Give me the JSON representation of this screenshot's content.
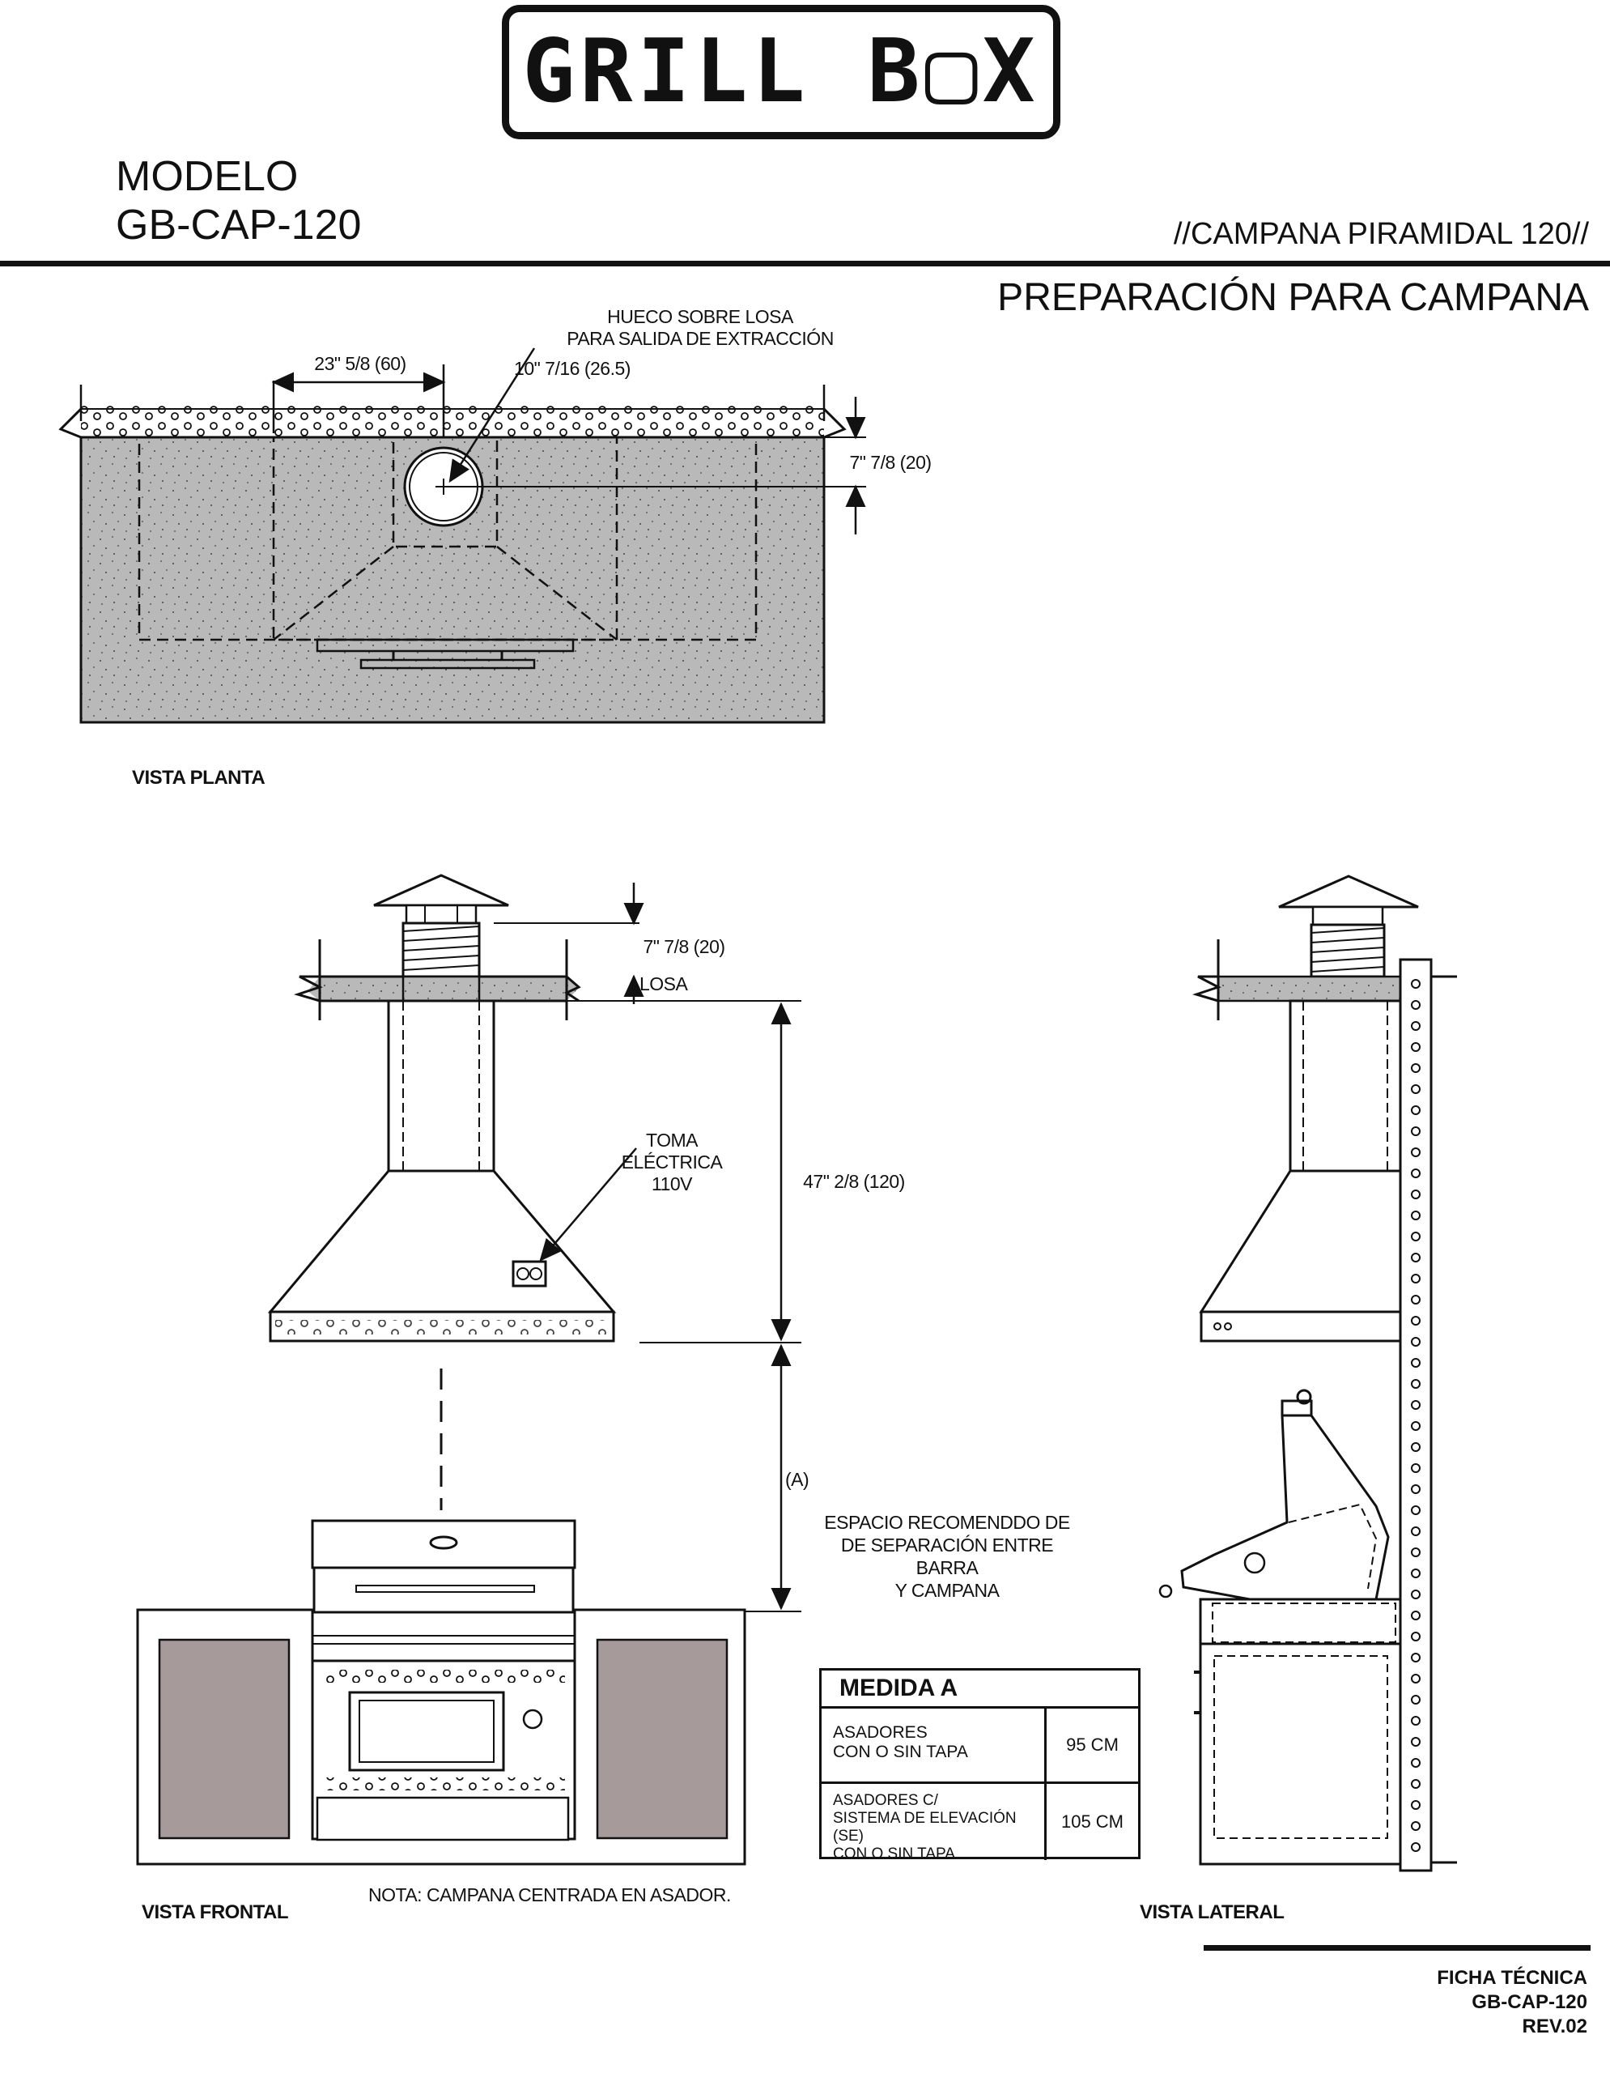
{
  "header": {
    "logo_text": "GRILL B▢X",
    "model_label": "MODELO",
    "model_code": "GB-CAP-120",
    "subtitle": "//CAMPANA PIRAMIDAL  120//",
    "section_title": "PREPARACIÓN PARA CAMPANA"
  },
  "plan_view": {
    "label": "VISTA PLANTA",
    "hole_note_line1": "HUECO SOBRE LOSA",
    "hole_note_line2": "PARA SALIDA DE EXTRACCIÓN",
    "dim_width": "23\" 5/8 (60)",
    "dim_hole": "10\" 7/16 (26.5)",
    "dim_depth": "7\" 7/8 (20)"
  },
  "front_view": {
    "label": "VISTA FRONTAL",
    "dim_top": "7\" 7/8 (20)",
    "slab": "LOSA",
    "outlet_line1": "TOMA ELÉCTRICA",
    "outlet_line2": "110V",
    "dim_height": "47\" 2/8 (120)",
    "dim_a": "(A)",
    "spacing_line1": "ESPACIO RECOMENDDO DE",
    "spacing_line2": "DE SEPARACIÓN ENTRE BARRA",
    "spacing_line3": "Y CAMPANA",
    "note": "NOTA: CAMPANA CENTRADA EN ASADOR."
  },
  "side_view": {
    "label": "VISTA LATERAL"
  },
  "table": {
    "title": "MEDIDA A",
    "rows": [
      {
        "line1": "ASADORES",
        "line2": "CON O SIN TAPA",
        "line3": "",
        "value": "95 CM"
      },
      {
        "line1": "ASADORES C/",
        "line2": "SISTEMA DE ELEVACIÓN (SE)",
        "line3": "CON O SIN TAPA",
        "value": "105 CM"
      }
    ]
  },
  "footer": {
    "line1": "FICHA TÉCNICA",
    "line2": "GB-CAP-120",
    "line3": "REV.02"
  }
}
